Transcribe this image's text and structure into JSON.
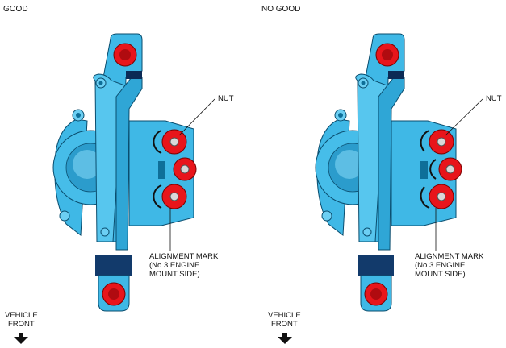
{
  "panels": [
    {
      "title": "GOOD",
      "callouts": {
        "nut": "NUT",
        "alignment_mark": [
          "ALIGNMENT MARK",
          "(No.3 ENGINE",
          "MOUNT SIDE)"
        ]
      },
      "vehicle_front": [
        "VEHICLE",
        "FRONT"
      ]
    },
    {
      "title": "NO GOOD",
      "callouts": {
        "nut": "NUT",
        "alignment_mark": [
          "ALIGNMENT MARK",
          "(No.3 ENGINE",
          "MOUNT SIDE)"
        ]
      },
      "vehicle_front": [
        "VEHICLE",
        "FRONT"
      ]
    }
  ],
  "colors": {
    "mount_body": "#3fb8e6",
    "mount_dark": "#0e6f99",
    "nut": "#e8151b",
    "line": "#111111"
  }
}
